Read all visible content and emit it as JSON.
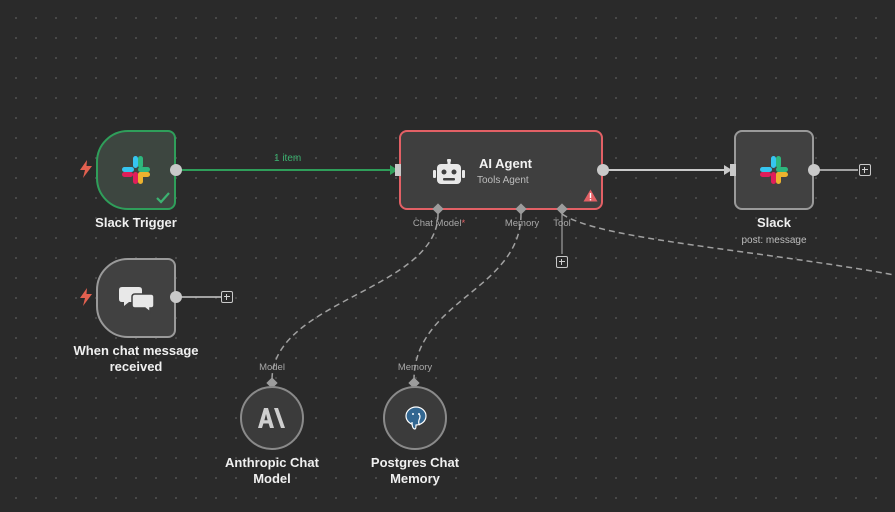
{
  "canvas": {
    "background": "#2a2a2a",
    "accent_success": "#2f9e5a",
    "accent_error": "#e26065"
  },
  "nodes": {
    "slack_trigger": {
      "label": "Slack Trigger",
      "icon": "slack-icon",
      "status": "success"
    },
    "chat_trigger": {
      "label_line1": "When chat message",
      "label_line2": "received",
      "icon": "chat-bubbles-icon"
    },
    "ai_agent": {
      "title": "AI Agent",
      "subtitle": "Tools Agent",
      "icon": "robot-icon",
      "status": "warning"
    },
    "slack": {
      "label": "Slack",
      "subtitle": "post: message",
      "icon": "slack-icon"
    },
    "anthropic": {
      "label_line1": "Anthropic Chat",
      "label_line2": "Model",
      "icon": "anthropic-icon"
    },
    "postgres": {
      "label_line1": "Postgres Chat",
      "label_line2": "Memory",
      "icon": "postgres-icon"
    }
  },
  "handles": {
    "chat_model": "Chat Model",
    "chat_model_required": "*",
    "memory": "Memory",
    "tool": "Tool",
    "model_input": "Model",
    "memory_input": "Memory"
  },
  "edges": {
    "trigger_to_agent_label": "1 item"
  }
}
